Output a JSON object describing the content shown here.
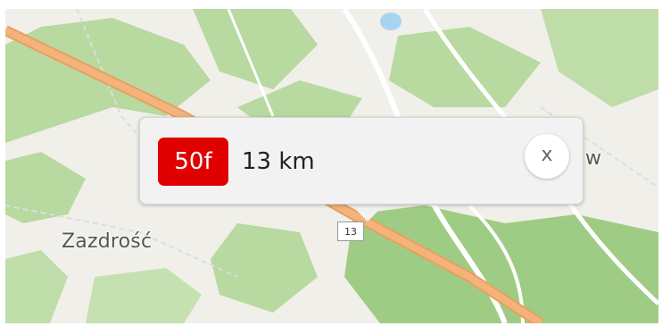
{
  "map": {
    "place_label": "Zazdrość",
    "partial_label": "w",
    "road_shield": "13",
    "colors": {
      "background": "#f1efe9",
      "forest": "#a9d28e",
      "road_main": "#f3b37a",
      "road_minor": "#ffffff",
      "water": "#a8d4f0"
    }
  },
  "popup": {
    "badge": "50f",
    "badge_color": "#e00000",
    "distance": "13 km",
    "close_label": "x",
    "close_icon": "close-icon"
  }
}
